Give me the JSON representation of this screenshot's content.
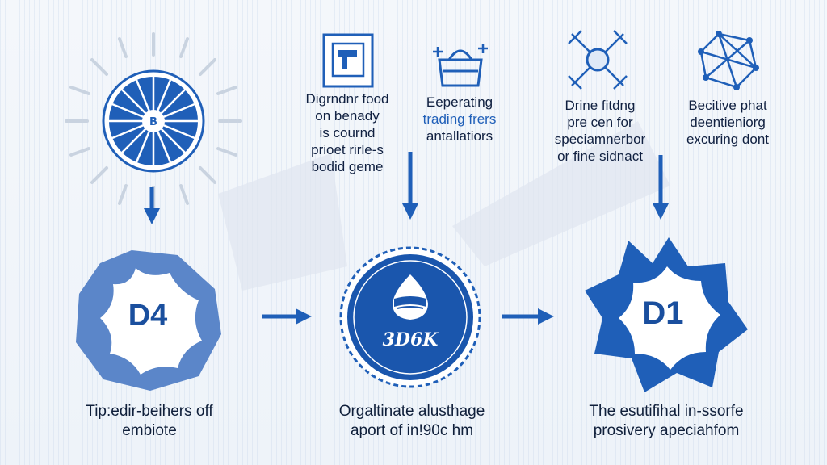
{
  "colors": {
    "primary": "#1f5fb8",
    "primary_dark": "#0f4a9e",
    "primary_light": "#6f95d2",
    "text": "#102040"
  },
  "icons": [
    "sun-gear-icon",
    "document-icon",
    "basket-icon",
    "network-node-icon",
    "polyhedron-icon",
    "drop-icon"
  ],
  "top_labels": [
    {
      "lines": [
        "Digrndnr food",
        "on benady",
        "is cournd",
        "prioet rirle-s",
        "bodid geme"
      ]
    },
    {
      "lines": [
        "Eeperating",
        "trading frers",
        "antallatiors"
      ]
    },
    {
      "lines": [
        "Drine fitdng",
        "pre cen for",
        "speciamnerbor",
        "or fine sidnact"
      ]
    },
    {
      "lines": [
        "Becitive phat",
        "deentieniorg",
        "excuring dont"
      ]
    }
  ],
  "nodes": {
    "left": {
      "title": "D4"
    },
    "center": {
      "title": "3D6K"
    },
    "right": {
      "title": "D1"
    }
  },
  "captions": [
    {
      "lines": [
        "Tip:edir-beihers off",
        "embiote"
      ]
    },
    {
      "lines": [
        "Orgaltinate alusthage",
        "aport of in!90c hm"
      ]
    },
    {
      "lines": [
        "The esutifihal in-ssorfe",
        "prosivery apeciahfom"
      ]
    }
  ]
}
